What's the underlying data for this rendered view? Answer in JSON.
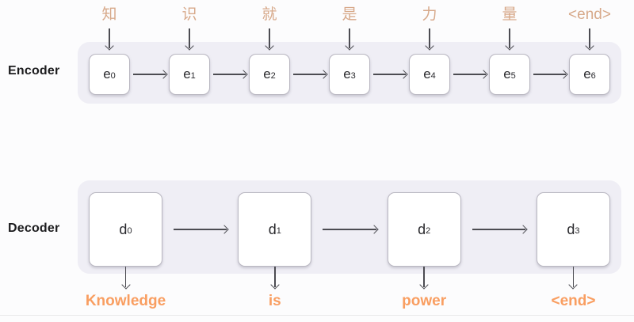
{
  "colors": {
    "page_bg": "#fcfcfd",
    "panel_bg": "#efeef5",
    "box_bg": "#ffffff",
    "box_border": "#b9b7c1",
    "box_text": "#2a2a2e",
    "arrow": "#4c4c52",
    "input_token": "#d7a98a",
    "output_token": "#f99e61",
    "side_label": "#1c1c1e",
    "divider": "#e8e8ea"
  },
  "encoder": {
    "label": "Encoder",
    "input_tokens": [
      "知",
      "识",
      "就",
      "是",
      "力",
      "量",
      "<end>"
    ],
    "cells": [
      {
        "base": "e",
        "sub": "0"
      },
      {
        "base": "e",
        "sub": "1"
      },
      {
        "base": "e",
        "sub": "2"
      },
      {
        "base": "e",
        "sub": "3"
      },
      {
        "base": "e",
        "sub": "4"
      },
      {
        "base": "e",
        "sub": "5"
      },
      {
        "base": "e",
        "sub": "6"
      }
    ]
  },
  "decoder": {
    "label": "Decoder",
    "cells": [
      {
        "base": "d",
        "sub": "0"
      },
      {
        "base": "d",
        "sub": "1"
      },
      {
        "base": "d",
        "sub": "2"
      },
      {
        "base": "d",
        "sub": "3"
      }
    ],
    "output_tokens": [
      "Knowledge",
      "is",
      "power",
      "<end>"
    ]
  }
}
